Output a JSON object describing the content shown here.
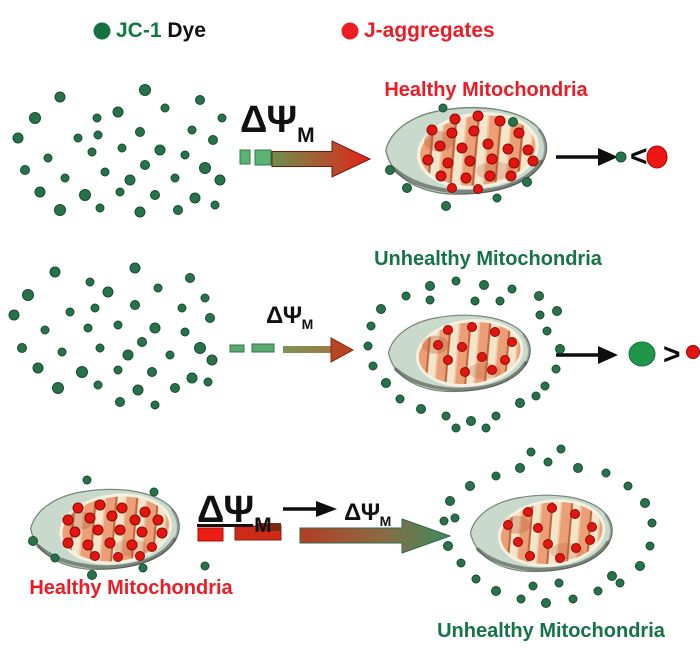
{
  "legend": {
    "jc1": {
      "label_colored": "JC-1",
      "label_plain": "Dye"
    },
    "jaggregates": {
      "label": "J-aggregates"
    }
  },
  "rows": {
    "row1": {
      "title": "Healthy Mitochondria",
      "delta_psi": {
        "main": "ΔΨ",
        "sub": "M"
      },
      "comparison": "<"
    },
    "row2": {
      "title": "Unhealthy Mitochondria",
      "delta_psi": {
        "main": "ΔΨ",
        "sub": "M"
      },
      "comparison": ">"
    },
    "row3": {
      "left_label": "Healthy Mitochondria",
      "right_label": "Unhealthy Mitochondria",
      "delta_psi_high": {
        "main": "ΔΨ",
        "sub": "M"
      },
      "delta_psi_low": {
        "main": "ΔΨ",
        "sub": "M"
      }
    }
  },
  "colors": {
    "jc1_text_green": "#0f7a40",
    "healthy_red": "#ed1c24",
    "unhealthy_green": "#157347",
    "dye_dot_green": "#27724a",
    "aggregate_dot_red": "#e31510",
    "arrow_black": "#0d0d0d",
    "gradient_green": "#6f8f4d",
    "gradient_red": "#e81f16"
  },
  "graphics": {
    "dot_groups": [
      {
        "name": "jc1-monomer-cloud-row1",
        "fill": "#27724a",
        "stroke": "#174d30",
        "dots": [
          [
            60,
            97,
            5
          ],
          [
            145,
            90,
            5.5
          ],
          [
            97,
            118,
            4
          ],
          [
            200,
            100,
            4.5
          ],
          [
            35,
            118,
            5.5
          ],
          [
            118,
            112,
            5
          ],
          [
            165,
            108,
            4
          ],
          [
            222,
            118,
            4
          ],
          [
            18,
            138,
            5
          ],
          [
            78,
            138,
            4
          ],
          [
            98,
            135,
            4
          ],
          [
            140,
            132,
            4.5
          ],
          [
            192,
            130,
            4
          ],
          [
            213,
            140,
            4.5
          ],
          [
            48,
            158,
            4
          ],
          [
            92,
            152,
            4
          ],
          [
            122,
            148,
            4
          ],
          [
            160,
            150,
            5
          ],
          [
            185,
            155,
            4
          ],
          [
            145,
            165,
            4.5
          ],
          [
            205,
            168,
            5.5
          ],
          [
            25,
            170,
            4.5
          ],
          [
            65,
            178,
            4
          ],
          [
            105,
            172,
            4
          ],
          [
            130,
            180,
            5
          ],
          [
            175,
            178,
            4
          ],
          [
            220,
            180,
            5
          ],
          [
            40,
            192,
            5
          ],
          [
            85,
            195,
            5.5
          ],
          [
            120,
            192,
            4
          ],
          [
            155,
            195,
            4.5
          ],
          [
            195,
            198,
            5
          ],
          [
            60,
            210,
            5.5
          ],
          [
            100,
            208,
            4
          ],
          [
            140,
            212,
            5
          ],
          [
            178,
            210,
            4.5
          ],
          [
            215,
            205,
            4
          ]
        ]
      },
      {
        "name": "jc1-monomer-cloud-row2",
        "fill": "#27724a",
        "stroke": "#174d30",
        "dots": [
          [
            55,
            272,
            5
          ],
          [
            135,
            268,
            5
          ],
          [
            90,
            282,
            4
          ],
          [
            190,
            278,
            4.5
          ],
          [
            28,
            295,
            5.5
          ],
          [
            108,
            292,
            5
          ],
          [
            158,
            288,
            4
          ],
          [
            205,
            298,
            4
          ],
          [
            14,
            315,
            5
          ],
          [
            70,
            312,
            4
          ],
          [
            95,
            308,
            4
          ],
          [
            135,
            305,
            4.5
          ],
          [
            182,
            308,
            4
          ],
          [
            210,
            318,
            4.5
          ],
          [
            45,
            330,
            4
          ],
          [
            88,
            328,
            4
          ],
          [
            118,
            325,
            4
          ],
          [
            155,
            328,
            5
          ],
          [
            185,
            332,
            4
          ],
          [
            142,
            342,
            4.5
          ],
          [
            200,
            348,
            5.5
          ],
          [
            22,
            348,
            4.5
          ],
          [
            62,
            352,
            4
          ],
          [
            100,
            348,
            4
          ],
          [
            128,
            355,
            5
          ],
          [
            170,
            355,
            4
          ],
          [
            212,
            360,
            5
          ],
          [
            38,
            368,
            5
          ],
          [
            82,
            372,
            5.5
          ],
          [
            118,
            370,
            4
          ],
          [
            152,
            372,
            4.5
          ],
          [
            192,
            378,
            5
          ],
          [
            58,
            388,
            5.5
          ],
          [
            98,
            385,
            4
          ],
          [
            138,
            390,
            5
          ],
          [
            175,
            388,
            4.5
          ],
          [
            208,
            382,
            4
          ],
          [
            120,
            402,
            4.5
          ],
          [
            155,
            405,
            4
          ]
        ]
      },
      {
        "name": "row1-mito-outside-green-dots",
        "fill": "#27724a",
        "stroke": "#174d30",
        "dots": [
          [
            443,
            108,
            4
          ],
          [
            513,
            122,
            4.5
          ],
          [
            390,
            170,
            4.5
          ],
          [
            407,
            188,
            4.5
          ],
          [
            446,
            206,
            4.5
          ],
          [
            497,
            198,
            4
          ],
          [
            527,
            182,
            4.5
          ]
        ]
      },
      {
        "name": "row1-mito-jaggregate-dots",
        "fill": "#e31510",
        "stroke": "#8c0b06",
        "dots": [
          [
            455,
            119,
            5
          ],
          [
            478,
            116,
            5
          ],
          [
            500,
            121,
            5
          ],
          [
            432,
            130,
            5
          ],
          [
            452,
            133,
            5
          ],
          [
            474,
            131,
            5
          ],
          [
            519,
            133,
            5
          ],
          [
            440,
            146,
            5
          ],
          [
            462,
            148,
            5
          ],
          [
            488,
            144,
            5
          ],
          [
            508,
            149,
            5
          ],
          [
            528,
            150,
            5
          ],
          [
            428,
            160,
            5
          ],
          [
            448,
            163,
            5
          ],
          [
            470,
            161,
            5
          ],
          [
            492,
            159,
            5
          ],
          [
            514,
            163,
            5
          ],
          [
            533,
            161,
            5
          ],
          [
            441,
            176,
            5
          ],
          [
            466,
            178,
            5
          ],
          [
            490,
            176,
            5
          ],
          [
            511,
            176,
            5
          ],
          [
            452,
            188,
            4.5
          ],
          [
            478,
            189,
            4.5
          ]
        ]
      },
      {
        "name": "row2-mito-halo-green-dots",
        "fill": "#27724a",
        "stroke": "#174d30",
        "dots": [
          [
            430,
            286,
            4.5
          ],
          [
            456,
            281,
            4
          ],
          [
            484,
            285,
            4.5
          ],
          [
            512,
            289,
            4
          ],
          [
            539,
            296,
            4.5
          ],
          [
            406,
            296,
            4
          ],
          [
            381,
            309,
            4.5
          ],
          [
            371,
            326,
            4
          ],
          [
            557,
            311,
            4.5
          ],
          [
            547,
            331,
            4
          ],
          [
            368,
            346,
            4
          ],
          [
            560,
            349,
            4.5
          ],
          [
            373,
            366,
            4
          ],
          [
            556,
            369,
            4
          ],
          [
            386,
            383,
            4.5
          ],
          [
            545,
            386,
            4
          ],
          [
            400,
            399,
            4
          ],
          [
            421,
            409,
            4.5
          ],
          [
            446,
            416,
            4
          ],
          [
            471,
            421,
            4.5
          ],
          [
            496,
            416,
            4
          ],
          [
            520,
            403,
            4.5
          ],
          [
            536,
            396,
            4
          ],
          [
            475,
            301,
            4
          ],
          [
            500,
            301,
            4
          ],
          [
            456,
            428,
            4
          ],
          [
            486,
            428,
            4
          ],
          [
            430,
            300,
            4
          ],
          [
            540,
            315,
            4
          ]
        ]
      },
      {
        "name": "row2-mito-jaggregate-dots",
        "fill": "#e31510",
        "stroke": "#8c0b06",
        "dots": [
          [
            448,
            330,
            4.5
          ],
          [
            472,
            327,
            4.5
          ],
          [
            495,
            332,
            4.5
          ],
          [
            438,
            345,
            4.5
          ],
          [
            462,
            347,
            4.5
          ],
          [
            512,
            342,
            4.5
          ],
          [
            448,
            360,
            4.5
          ],
          [
            482,
            357,
            4.5
          ],
          [
            505,
            360,
            4.5
          ],
          [
            465,
            372,
            4.5
          ],
          [
            492,
            370,
            4.5
          ]
        ]
      },
      {
        "name": "row3-left-mito-outside-green-dots",
        "fill": "#27724a",
        "stroke": "#174d30",
        "dots": [
          [
            87,
            480,
            4
          ],
          [
            154,
            492,
            4
          ],
          [
            33,
            541,
            4.5
          ],
          [
            55,
            558,
            4
          ],
          [
            143,
            568,
            4
          ],
          [
            92,
            575,
            4.5
          ],
          [
            205,
            566,
            4
          ]
        ]
      },
      {
        "name": "row3-left-mito-jaggregate-dots",
        "fill": "#e31510",
        "stroke": "#8c0b06",
        "dots": [
          [
            78,
            508,
            5
          ],
          [
            100,
            505,
            5
          ],
          [
            122,
            508,
            5
          ],
          [
            145,
            512,
            5
          ],
          [
            68,
            520,
            5
          ],
          [
            90,
            518,
            5
          ],
          [
            112,
            516,
            5
          ],
          [
            135,
            520,
            5
          ],
          [
            158,
            520,
            5
          ],
          [
            75,
            532,
            5
          ],
          [
            98,
            530,
            5
          ],
          [
            120,
            530,
            5
          ],
          [
            142,
            532,
            5
          ],
          [
            162,
            533,
            5
          ],
          [
            68,
            543,
            5
          ],
          [
            88,
            545,
            5
          ],
          [
            110,
            543,
            5
          ],
          [
            132,
            545,
            5
          ],
          [
            152,
            547,
            4.5
          ],
          [
            95,
            556,
            4.5
          ],
          [
            118,
            557,
            4.5
          ],
          [
            140,
            556,
            4.5
          ]
        ]
      },
      {
        "name": "row3-right-mito-halo-green-dots",
        "fill": "#27724a",
        "stroke": "#174d30",
        "dots": [
          [
            520,
            468,
            4.5
          ],
          [
            548,
            462,
            4
          ],
          [
            578,
            468,
            4.5
          ],
          [
            606,
            473,
            4
          ],
          [
            496,
            476,
            4
          ],
          [
            470,
            486,
            4.5
          ],
          [
            628,
            486,
            4
          ],
          [
            450,
            501,
            4.5
          ],
          [
            645,
            503,
            4.5
          ],
          [
            444,
            521,
            4
          ],
          [
            652,
            523,
            4
          ],
          [
            448,
            546,
            4.5
          ],
          [
            650,
            546,
            4
          ],
          [
            461,
            563,
            4
          ],
          [
            640,
            566,
            4.5
          ],
          [
            476,
            579,
            4
          ],
          [
            620,
            583,
            4
          ],
          [
            496,
            591,
            4.5
          ],
          [
            521,
            599,
            4
          ],
          [
            546,
            603,
            4.5
          ],
          [
            573,
            599,
            4
          ],
          [
            598,
            591,
            4
          ],
          [
            612,
            576,
            4.5
          ],
          [
            533,
            586,
            4
          ],
          [
            559,
            583,
            4
          ],
          [
            531,
            452,
            4
          ],
          [
            561,
            449,
            4
          ],
          [
            455,
            518,
            4
          ]
        ]
      },
      {
        "name": "row3-right-mito-jaggregate-dots",
        "fill": "#e31510",
        "stroke": "#8c0b06",
        "dots": [
          [
            528,
            512,
            4.5
          ],
          [
            552,
            508,
            4.5
          ],
          [
            575,
            514,
            4.5
          ],
          [
            508,
            525,
            4.5
          ],
          [
            538,
            528,
            4.5
          ],
          [
            592,
            527,
            4.5
          ],
          [
            518,
            542,
            4.5
          ],
          [
            548,
            544,
            4.5
          ],
          [
            576,
            548,
            4.5
          ],
          [
            530,
            556,
            4.5
          ],
          [
            560,
            558,
            4.5
          ],
          [
            590,
            540,
            4.5
          ]
        ]
      }
    ]
  }
}
